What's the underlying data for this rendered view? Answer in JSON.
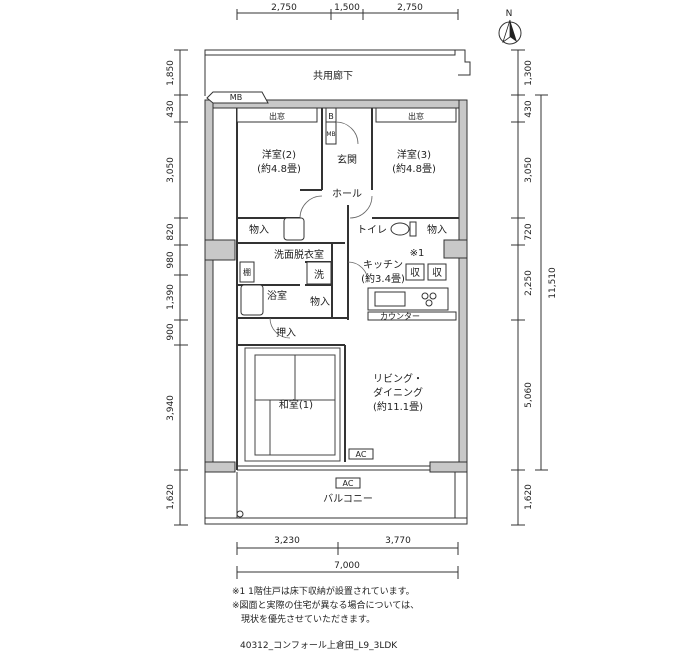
{
  "dimensions": {
    "top": [
      "2,750",
      "1,500",
      "2,750"
    ],
    "bottom_parts": [
      "3,230",
      "3,770"
    ],
    "bottom_total": "7,000",
    "left": [
      "1,850",
      "430",
      "3,050",
      "820",
      "980",
      "1,390",
      "900",
      "3,940",
      "1,620"
    ],
    "right": [
      "1,300",
      "430",
      "3,050",
      "720",
      "2,250",
      "5,060",
      "1,620"
    ],
    "right_total": "11,510"
  },
  "rooms": {
    "corridor": "共用廊下",
    "mb": "MB",
    "window_left": "出窓",
    "window_right": "出窓",
    "mb_small": "MB",
    "b_small": "B",
    "room2_name": "洋室(2)",
    "room2_size": "(約4.8畳)",
    "room3_name": "洋室(3)",
    "room3_size": "(約4.8畳)",
    "entrance": "玄関",
    "hall": "ホール",
    "storage_left": "物入",
    "storage_right": "物入",
    "toilet": "トイレ",
    "washroom": "洗面脱衣室",
    "washer": "洗",
    "shelf": "棚",
    "bath": "浴室",
    "storage_mid": "物入",
    "kitchen_note": "※1",
    "kitchen_name": "キッチン",
    "kitchen_size": "(約3.4畳)",
    "kitchen_storage1": "収",
    "kitchen_storage2": "収",
    "counter": "カウンター",
    "closet": "押入",
    "japanese_name": "和室(1)",
    "living_name1": "リビング・",
    "living_name2": "ダイニング",
    "living_size": "(約11.1畳)",
    "ac_inner": "AC",
    "ac_balcony": "AC",
    "balcony": "バルコニー"
  },
  "compass": {
    "label": "N"
  },
  "notes": [
    "※1 1階住戸は床下収納が設置されています。",
    "※図面と実際の住宅が異なる場合については、",
    "　現状を優先させていただきます。"
  ],
  "code": "40312_コンフォール上倉田_L9_3LDK"
}
